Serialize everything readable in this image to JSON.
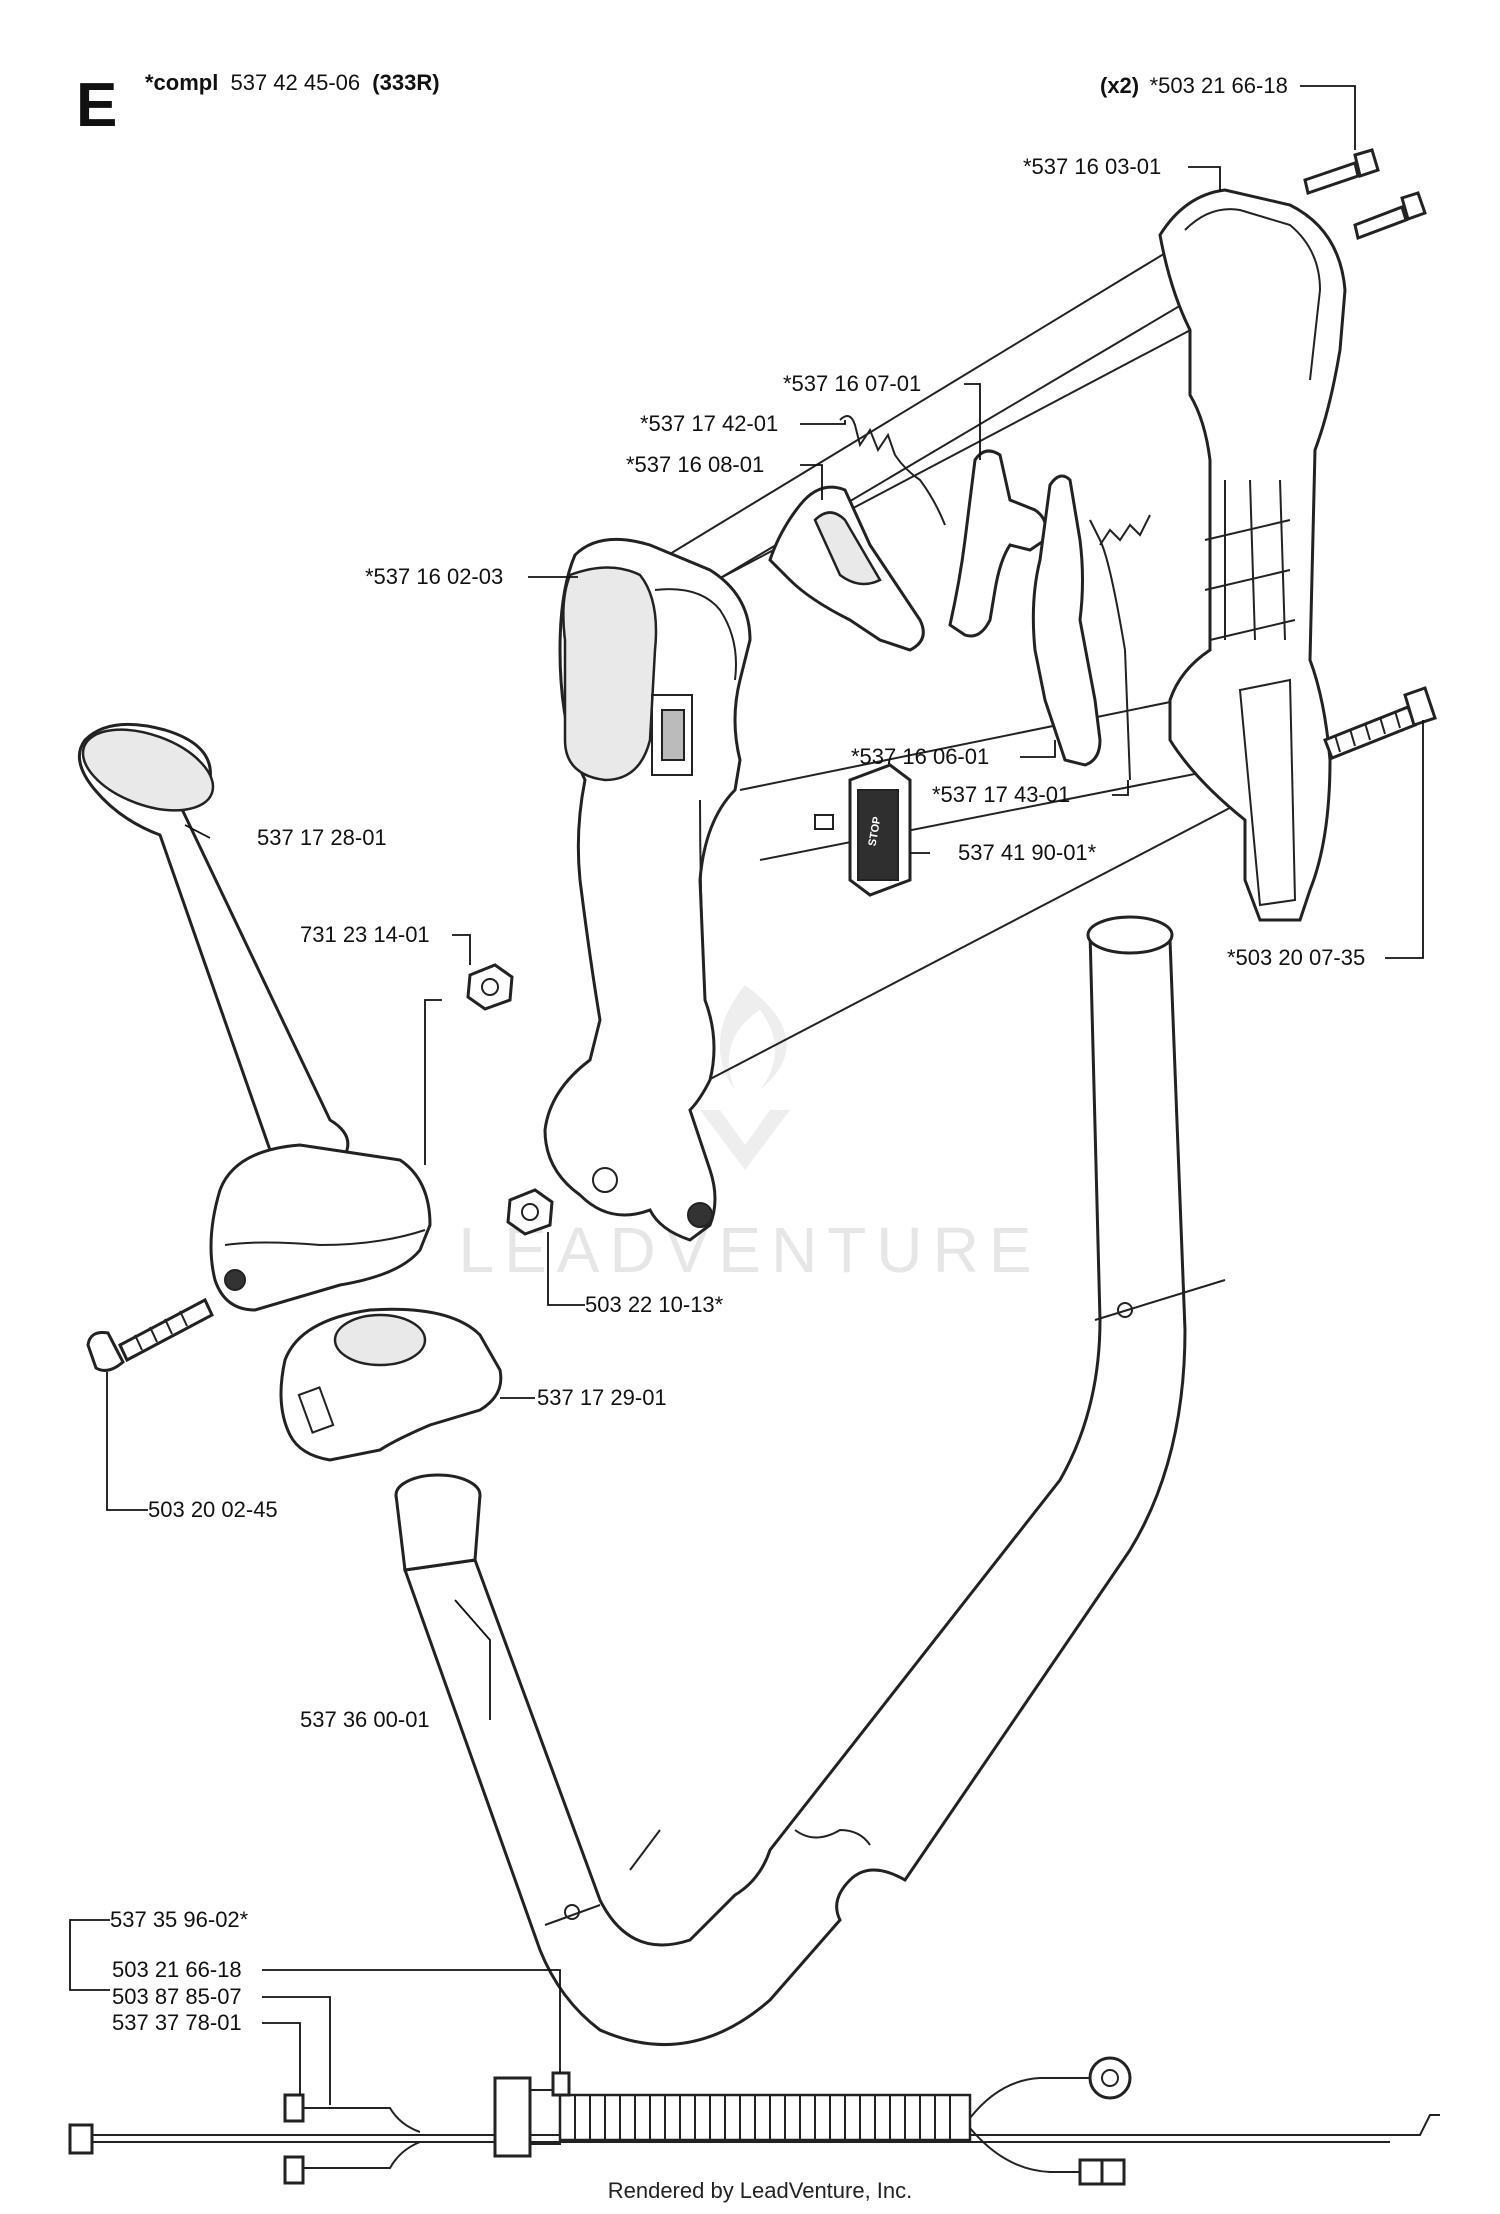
{
  "header": {
    "section_letter": "E",
    "compl_prefix": "*compl",
    "compl_number": "537 42 45-06",
    "compl_model": "(333R)"
  },
  "labels": {
    "screw_top_qty": "(x2)",
    "screw_top": "*503 21 66-18",
    "handle_half_right": "*537 16 03-01",
    "throttle_trigger": "*537 16 07-01",
    "spring_small": "*537 17 42-01",
    "lockout": "*537 16 08-01",
    "handle_half_left": "*537 16 02-03",
    "trigger_lever": "*537 16 06-01",
    "spring_trigger": "*537 17 43-01",
    "stop_switch": "537 41 90-01*",
    "screw_long": "*503 20 07-35",
    "grip_left": "537 17 28-01",
    "nut_left": "731 23 14-01",
    "nut_right": "503 22 10-13*",
    "screw_left": "503 20 02-45",
    "clamp": "537 17 29-01",
    "handlebar": "537 36 00-01",
    "cable_assy": "537 35 96-02*",
    "cable_screw": "503 21 66-18",
    "cable_part2": "503 87 85-07",
    "cable_part3": "537 37 78-01"
  },
  "stop_text": "STOP",
  "watermark": "LEADVENTURE",
  "footer": "Rendered by LeadVenture, Inc."
}
